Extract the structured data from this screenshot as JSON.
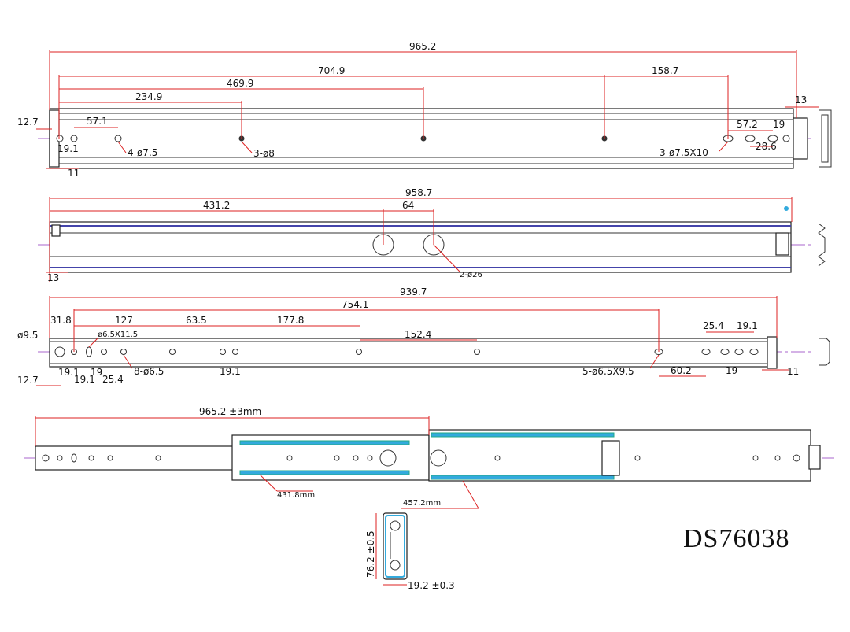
{
  "model_code": "DS76038",
  "view1": {
    "dims": {
      "total": "965.2",
      "d704": "704.9",
      "d469": "469.9",
      "d234": "234.9",
      "d158": "158.7",
      "d12": "12.7",
      "d57": "57.1",
      "d19": "19.1",
      "d11": "11",
      "d13": "13",
      "d572": "57.2",
      "d19b": "19",
      "d286": "28.6"
    },
    "callouts": {
      "holes_a": "4-ø7.5",
      "holes_b": "3-ø8",
      "holes_c": "3-ø7.5X10"
    }
  },
  "view2": {
    "dims": {
      "total": "958.7",
      "d431": "431.2",
      "d64": "64",
      "d13": "13"
    },
    "callouts": {
      "big_holes": "2-ø26"
    }
  },
  "view3": {
    "dims": {
      "total": "939.7",
      "d754": "754.1",
      "d318": "31.8",
      "d127": "127",
      "d635": "63.5",
      "d1778": "177.8",
      "d1524": "152.4",
      "d254a": "25.4",
      "d191a": "19.1",
      "d95": "ø9.5",
      "d191b": "19.1",
      "d191c": "19.1",
      "d19": "19",
      "d254b": "25.4",
      "d191d": "19.1",
      "d127b": "12.7",
      "d602": "60.2",
      "d19b": "19",
      "d11": "11"
    },
    "callouts": {
      "slot_a": "ø6.5X11.5",
      "holes_a": "8-ø6.5",
      "slots_b": "5-ø6.5X9.5"
    }
  },
  "view4": {
    "dims": {
      "extension": "965.2 ±3mm",
      "d4318": "431.8mm",
      "d4572": "457.2mm"
    }
  },
  "section": {
    "height": "76.2 ±0.5",
    "width": "19.2 ±0.3"
  }
}
